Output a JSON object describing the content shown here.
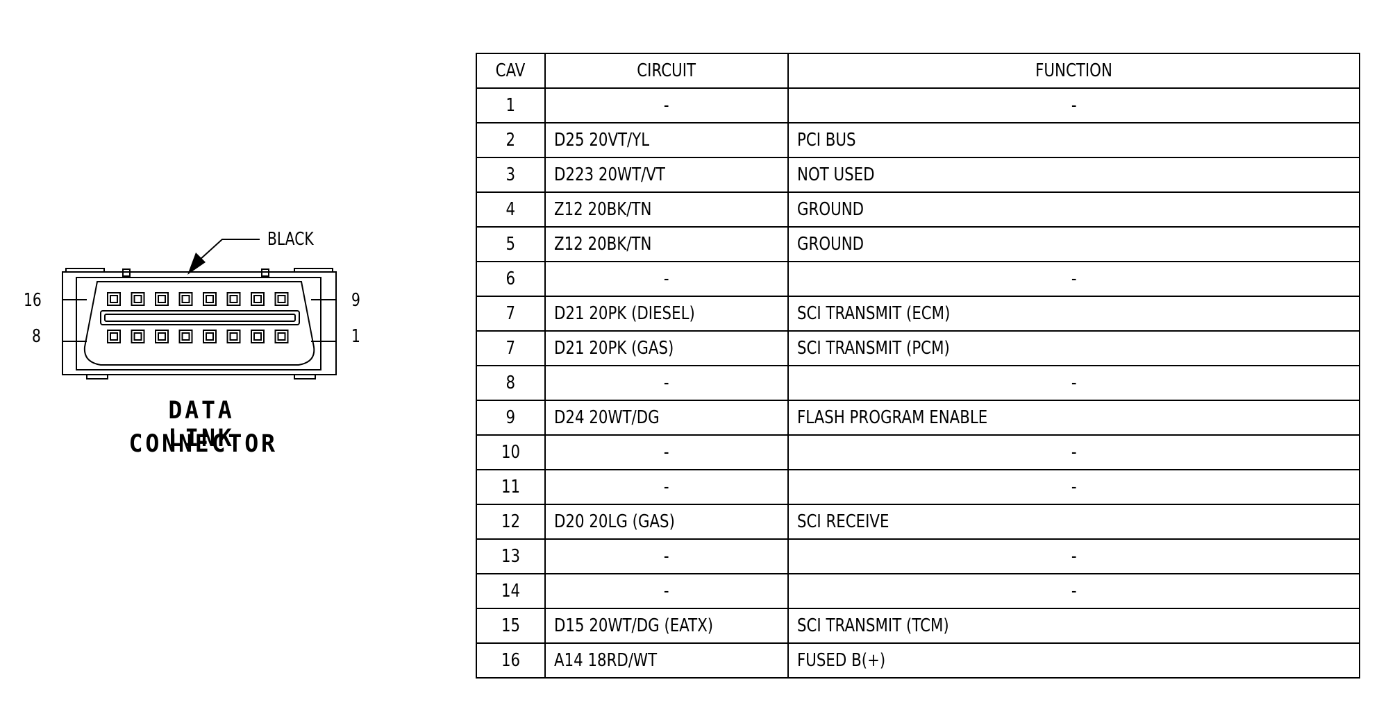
{
  "connector": {
    "color_label": "BLACK",
    "pin_labels": {
      "top_left": "16",
      "bottom_left": "8",
      "top_right": "9",
      "bottom_right": "1"
    },
    "title_line1": "DATA LINK",
    "title_line2": "CONNECTOR",
    "pins_per_row": 8
  },
  "table": {
    "headers": {
      "cav": "CAV",
      "circuit": "CIRCUIT",
      "function": "FUNCTION"
    },
    "rows": [
      {
        "cav": "1",
        "circuit": "-",
        "function": "-"
      },
      {
        "cav": "2",
        "circuit": "D25 20VT/YL",
        "function": "PCI BUS"
      },
      {
        "cav": "3",
        "circuit": "D223 20WT/VT",
        "function": "NOT USED"
      },
      {
        "cav": "4",
        "circuit": "Z12 20BK/TN",
        "function": "GROUND"
      },
      {
        "cav": "5",
        "circuit": "Z12 20BK/TN",
        "function": "GROUND"
      },
      {
        "cav": "6",
        "circuit": "-",
        "function": "-"
      },
      {
        "cav": "7",
        "circuit": "D21 20PK (DIESEL)",
        "function": "SCI TRANSMIT (ECM)"
      },
      {
        "cav": "7",
        "circuit": "D21 20PK (GAS)",
        "function": "SCI TRANSMIT (PCM)"
      },
      {
        "cav": "8",
        "circuit": "-",
        "function": "-"
      },
      {
        "cav": "9",
        "circuit": "D24 20WT/DG",
        "function": "FLASH PROGRAM ENABLE"
      },
      {
        "cav": "10",
        "circuit": "-",
        "function": "-"
      },
      {
        "cav": "11",
        "circuit": "-",
        "function": "-"
      },
      {
        "cav": "12",
        "circuit": "D20 20LG (GAS)",
        "function": "SCI RECEIVE"
      },
      {
        "cav": "13",
        "circuit": "-",
        "function": "-"
      },
      {
        "cav": "14",
        "circuit": "-",
        "function": "-"
      },
      {
        "cav": "15",
        "circuit": "D15 20WT/DG (EATX)",
        "function": "SCI TRANSMIT (TCM)"
      },
      {
        "cav": "16",
        "circuit": "A14 18RD/WT",
        "function": "FUSED B(+)"
      }
    ]
  }
}
